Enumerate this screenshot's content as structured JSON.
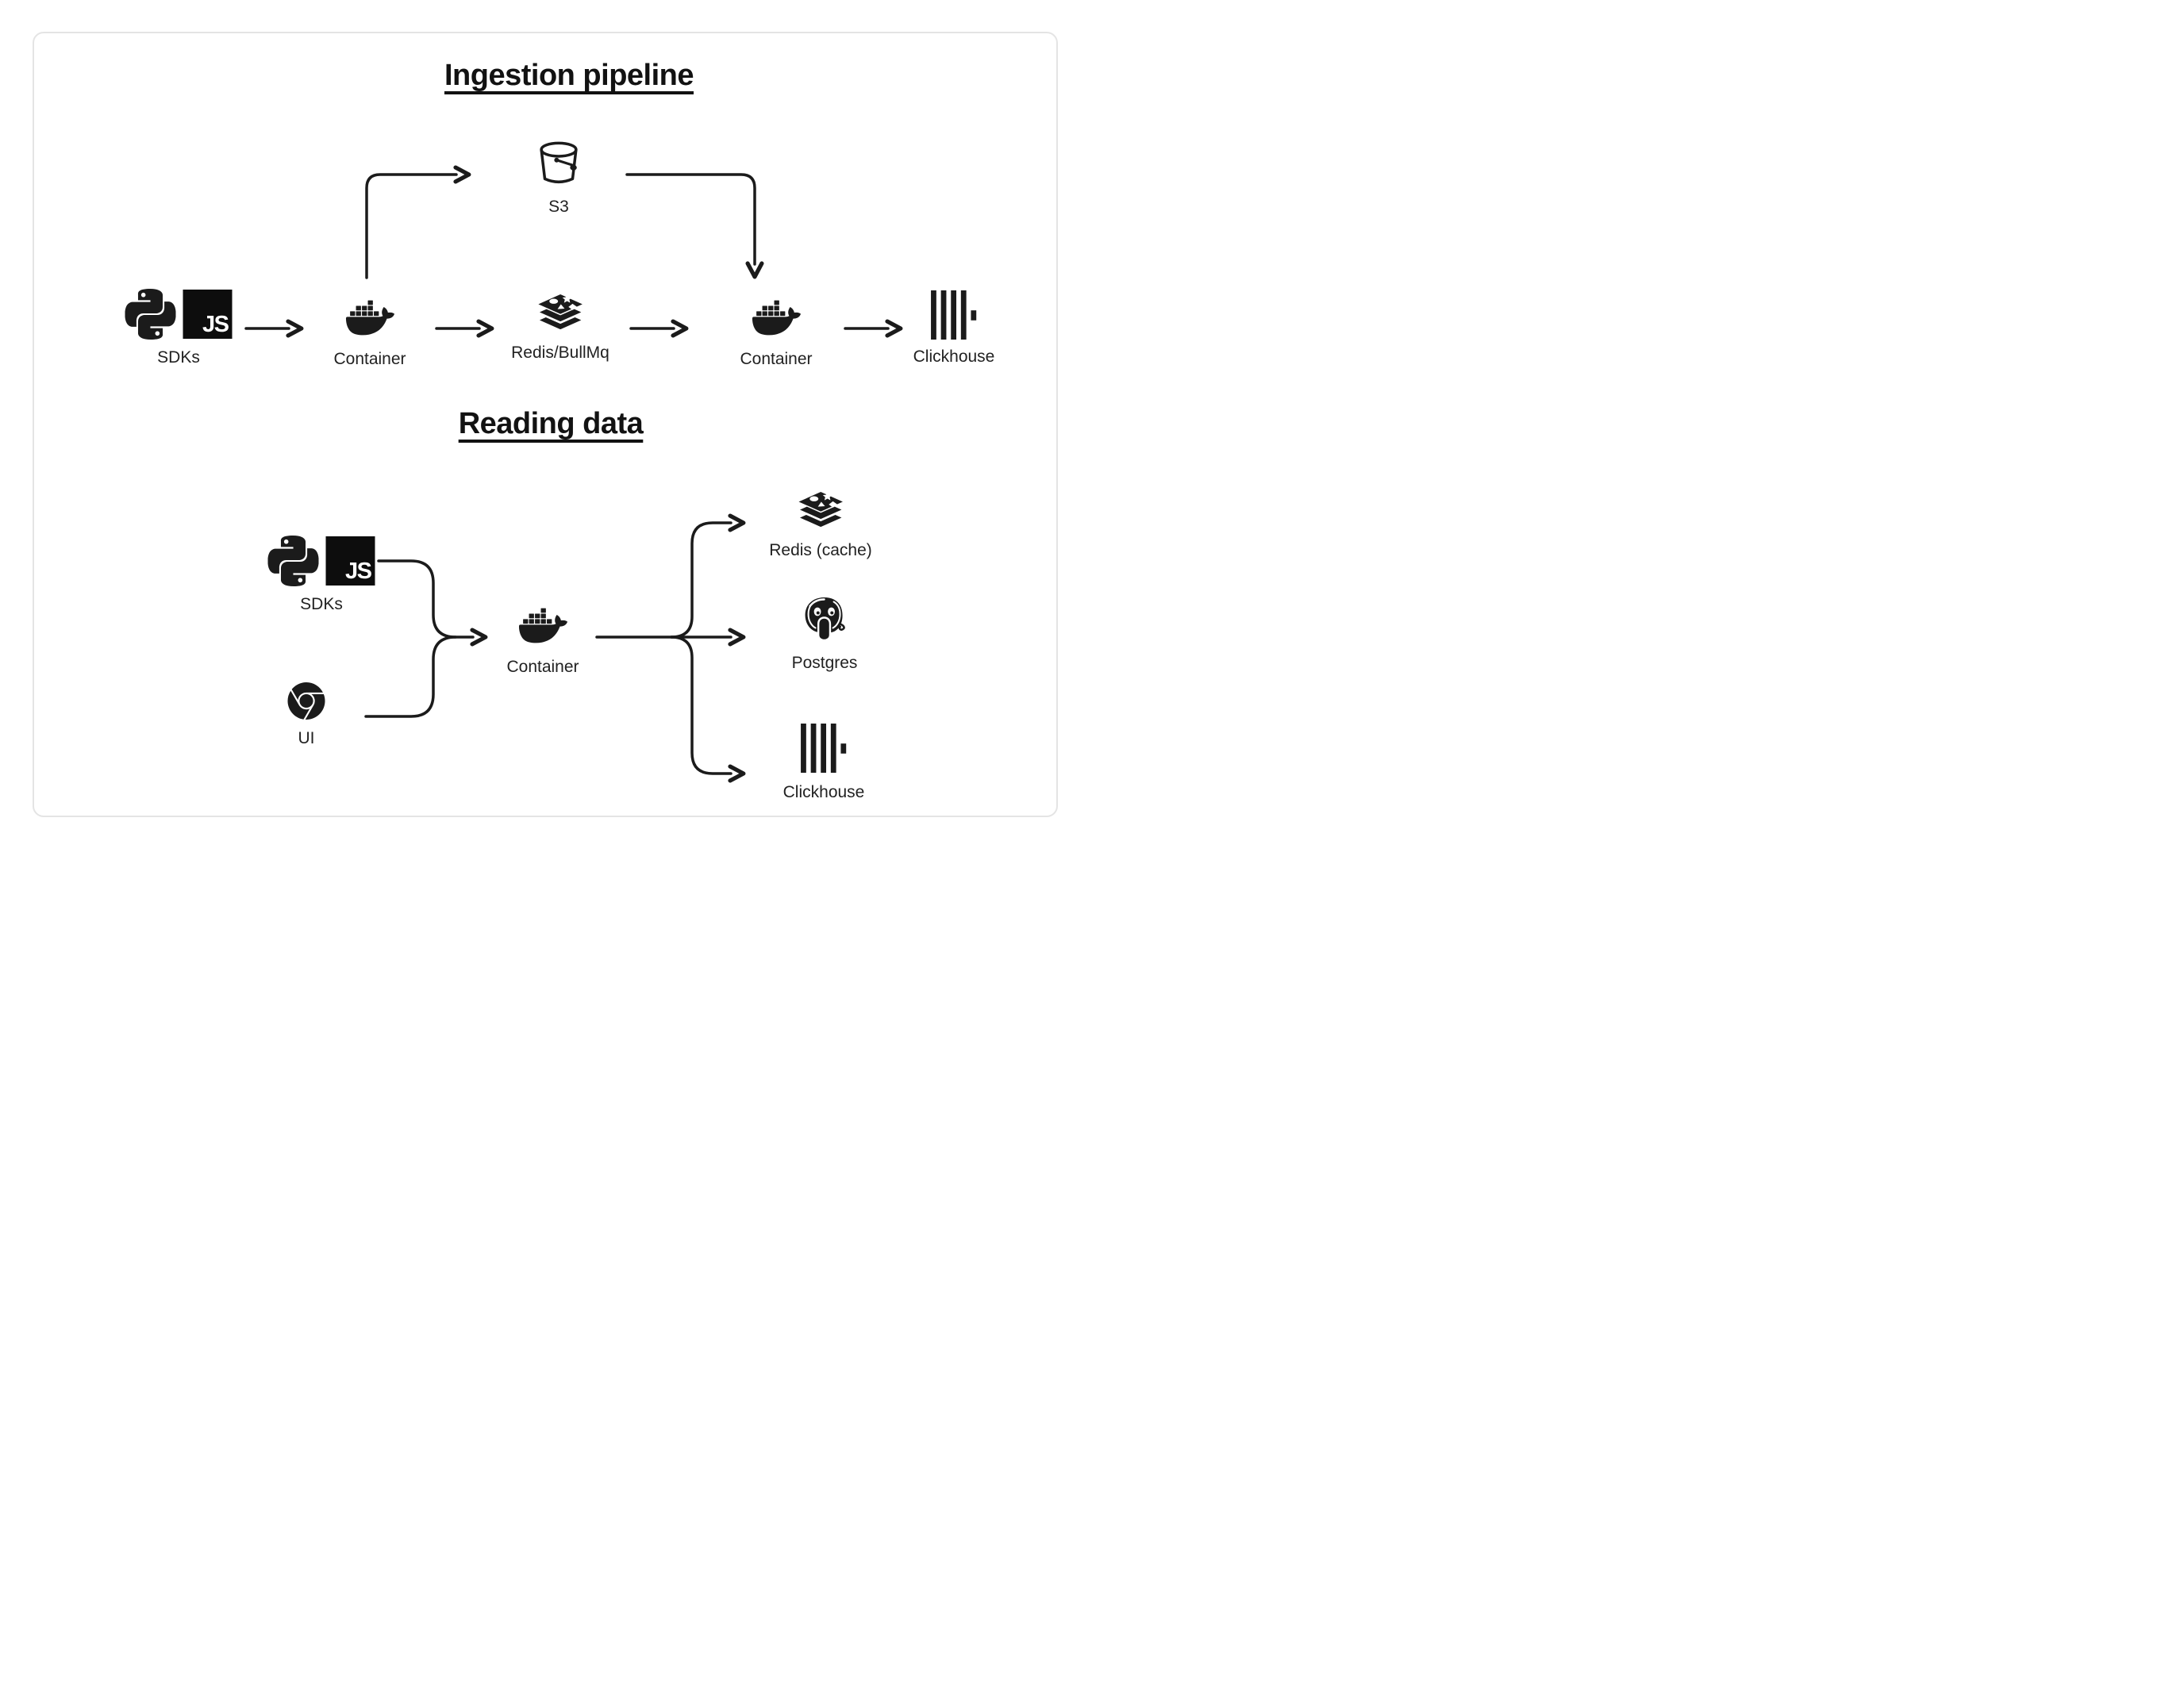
{
  "colors": {
    "ink": "#1b1b1b",
    "label": "#222222",
    "card_border": "#e4e4e4",
    "background": "#ffffff"
  },
  "ingestion": {
    "title": "Ingestion pipeline",
    "nodes": {
      "sdks": {
        "label": "SDKs",
        "icons": [
          "python-icon",
          "javascript-icon"
        ]
      },
      "container_in": {
        "label": "Container",
        "icon": "docker-icon"
      },
      "s3": {
        "label": "S3",
        "icon": "s3-bucket-icon"
      },
      "redis_queue": {
        "label": "Redis/BullMq",
        "icon": "redis-icon"
      },
      "container_out": {
        "label": "Container",
        "icon": "docker-icon"
      },
      "clickhouse": {
        "label": "Clickhouse",
        "icon": "clickhouse-icon"
      }
    }
  },
  "reading": {
    "title": "Reading data",
    "nodes": {
      "sdks": {
        "label": "SDKs",
        "icons": [
          "python-icon",
          "javascript-icon"
        ]
      },
      "ui": {
        "label": "UI",
        "icon": "chrome-icon"
      },
      "container": {
        "label": "Container",
        "icon": "docker-icon"
      },
      "redis_cache": {
        "label": "Redis (cache)",
        "icon": "redis-icon"
      },
      "postgres": {
        "label": "Postgres",
        "icon": "postgresql-icon"
      },
      "clickhouse": {
        "label": "Clickhouse",
        "icon": "clickhouse-icon"
      }
    }
  },
  "badges": {
    "javascript": "JS"
  }
}
